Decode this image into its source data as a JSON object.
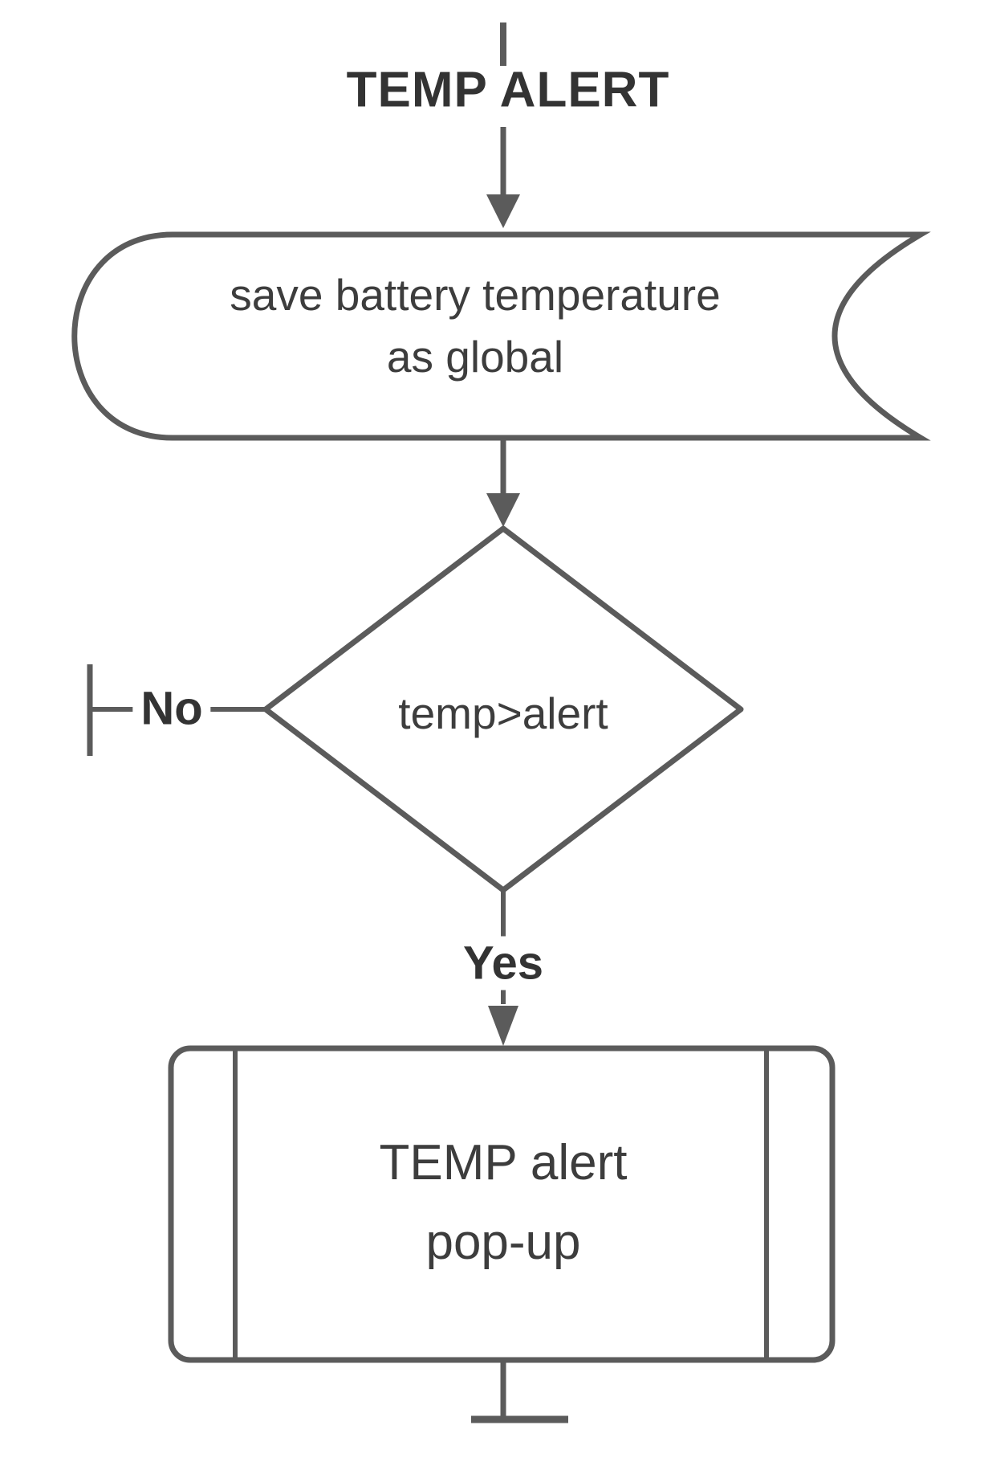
{
  "diagram": {
    "entry_label": "TEMP ALERT",
    "nodes": {
      "stored_data": {
        "type": "stored-data",
        "line1": "save battery temperature",
        "line2": "as global"
      },
      "decision": {
        "type": "decision",
        "label": "temp>alert"
      },
      "process": {
        "type": "predefined-process",
        "line1": "TEMP alert",
        "line2": "pop-up"
      }
    },
    "branches": {
      "no": "No",
      "yes": "Yes"
    },
    "colors": {
      "stroke": "#5b5b5b",
      "text": "#3d3d3d",
      "bold_text": "#333333",
      "background": "#ffffff"
    }
  }
}
